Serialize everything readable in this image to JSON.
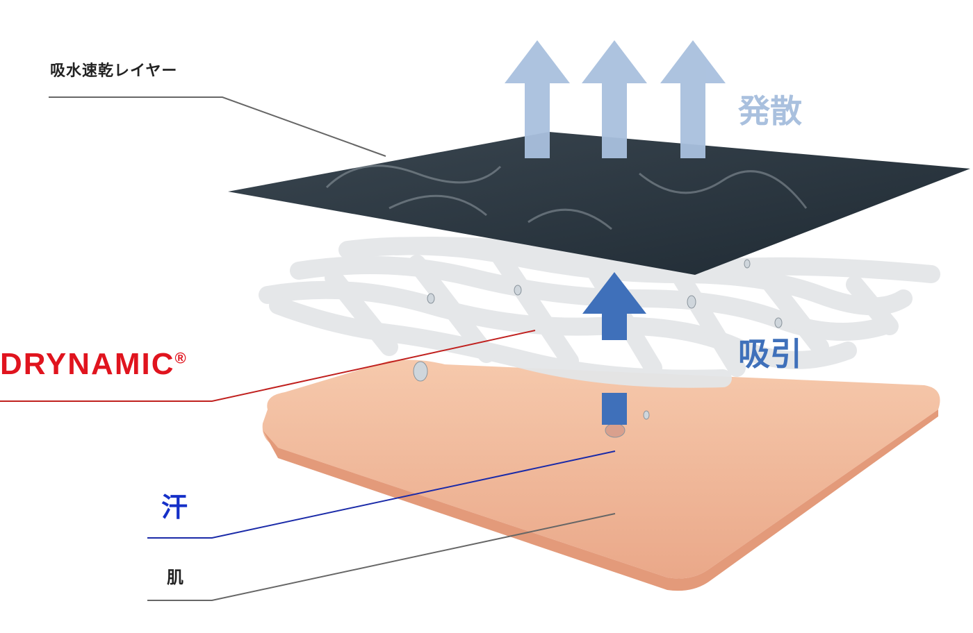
{
  "labels": {
    "quick_dry_layer": "吸水速乾レイヤー",
    "drynamic": "DRYNAMIC",
    "registered_mark": "®",
    "sweat": "汗",
    "skin": "肌",
    "diffusion": "発散",
    "absorption": "吸引"
  },
  "colors": {
    "drynamic_red": "#e0141e",
    "sweat_blue": "#1530c8",
    "diffusion_arrow": "#a9c0de",
    "absorption_arrow": "#3f70ba",
    "fabric": "#2e3a45",
    "skin": "#f2b79a"
  }
}
